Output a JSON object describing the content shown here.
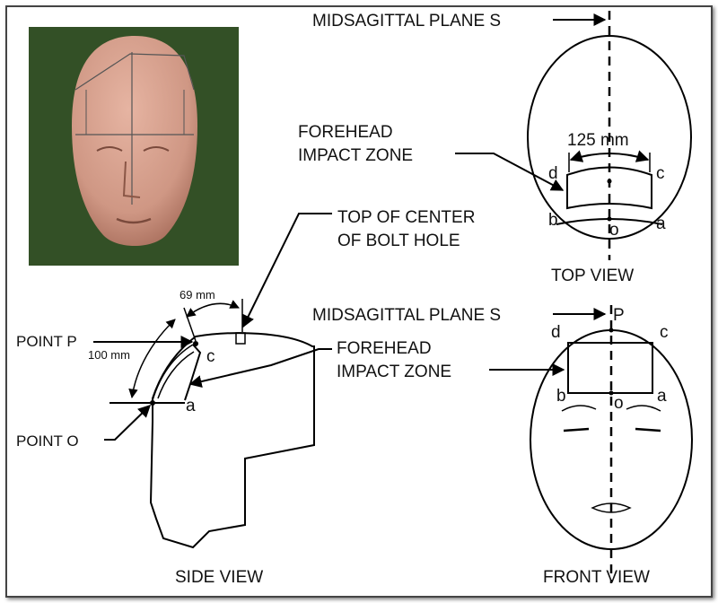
{
  "top_view": {
    "midsagittal_label": "MIDSAGITTAL PLANE S",
    "forehead_line1": "FOREHEAD",
    "forehead_line2": "IMPACT ZONE",
    "dimension": "125 mm",
    "corner_d": "d",
    "corner_c": "c",
    "corner_b": "b",
    "corner_a": "a",
    "point_o": "o",
    "caption": "TOP VIEW"
  },
  "side_view": {
    "bolt_line1": "TOP OF CENTER",
    "bolt_line2": "OF BOLT HOLE",
    "dim_69": "69 mm",
    "dim_100": "100 mm",
    "point_p": "POINT P",
    "point_o": "POINT O",
    "corner_c": "c",
    "corner_a": "a",
    "forehead_line1": "FOREHEAD",
    "forehead_line2": "IMPACT ZONE",
    "caption": "SIDE VIEW"
  },
  "front_view": {
    "midsagittal_label": "MIDSAGITTAL PLANE S",
    "point_p": "P",
    "corner_d": "d",
    "corner_c": "c",
    "corner_b": "b",
    "corner_a": "a",
    "point_o": "o",
    "caption": "FRONT VIEW"
  },
  "colors": {
    "photo_background": "#2f4a23",
    "headform_skin": "#d29a86"
  }
}
